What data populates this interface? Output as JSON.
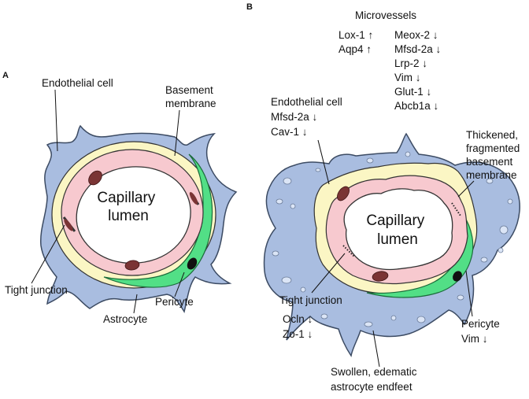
{
  "colors": {
    "astrocyte": "#a9bde0",
    "astrocyte_outline": "#3c4b63",
    "basement_membrane": "#fbf6c4",
    "endothelium": "#f7c9cf",
    "nucleus": "#7a3434",
    "pericyte": "#52df86",
    "pericyte_dark": "#29b85f",
    "edema_spot": "#dbe5f6",
    "pericyte_nucleus": "#111111"
  },
  "panel_a": {
    "label": "A",
    "lumen": [
      "Capillary",
      "lumen"
    ],
    "endothelial_cell": "Endothelial cell",
    "basement_membrane": [
      "Basement",
      "membrane"
    ],
    "tight_junction": "Tight junction",
    "pericyte": "Pericyte",
    "astrocyte": "Astrocyte"
  },
  "panel_b": {
    "label": "B",
    "lumen": [
      "Capillary",
      "lumen"
    ],
    "microvessels": {
      "title": "Microvessels",
      "left": [
        "Lox-1 ↑",
        "Aqp4 ↑"
      ],
      "right": [
        "Meox-2 ↓",
        "Mfsd-2a ↓",
        "Lrp-2 ↓",
        "Vim ↓",
        "Glut-1 ↓",
        "Abcb1a ↓"
      ]
    },
    "endothelial_cell": [
      "Endothelial cell",
      "Mfsd-2a ↓",
      "Cav-1 ↓"
    ],
    "basement_membrane": [
      "Thickened,",
      "fragmented",
      "basement",
      "membrane"
    ],
    "tight_junction": [
      "Tight junction",
      "Ocln ↓",
      "Zo-1 ↓"
    ],
    "pericyte": [
      "Pericyte",
      "Vim ↓"
    ],
    "astrocyte": [
      "Swollen, edematic",
      "astrocyte endfeet"
    ]
  }
}
